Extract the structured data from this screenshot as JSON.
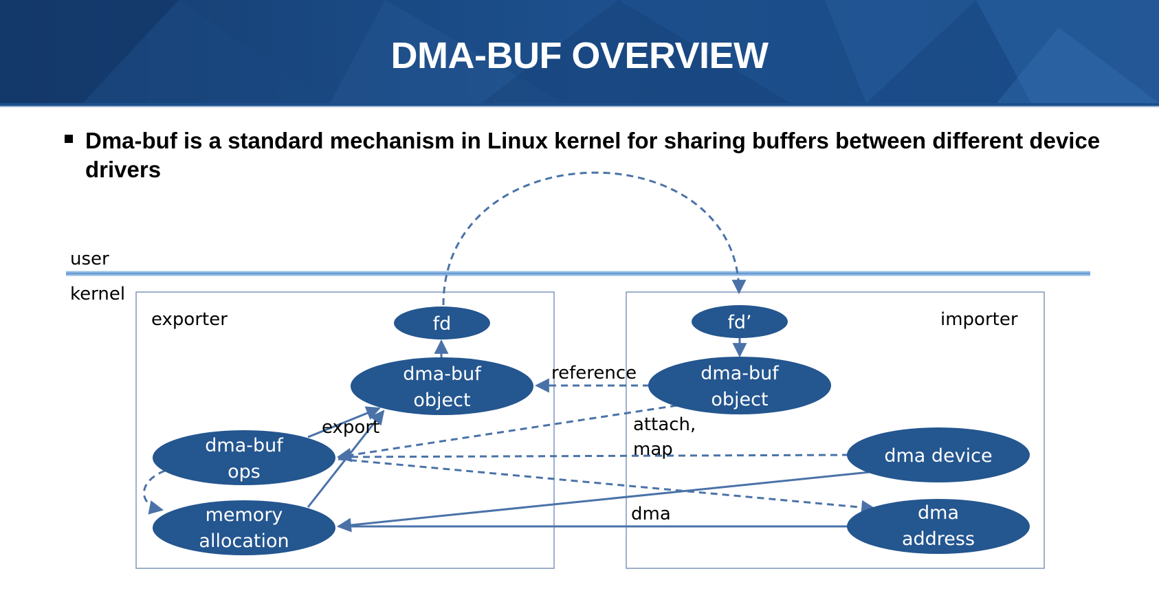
{
  "slide": {
    "title": "DMA-BUF OVERVIEW",
    "bullet": "Dma-buf is a standard mechanism in Linux kernel for sharing buffers between different device drivers"
  },
  "colors": {
    "header_dark": "#123a6b",
    "header_mid": "#1f5596",
    "node_fill": "#24568f",
    "arrow": "#4a72a8",
    "user_line": "#6fa0d6",
    "box_border": "#7f96b8"
  },
  "diagram": {
    "layers": {
      "user": "user",
      "kernel": "kernel"
    },
    "boxes": {
      "exporter": "exporter",
      "importer": "importer"
    },
    "nodes": {
      "fd": "fd",
      "fd_prime": "fd’",
      "dmabuf_exp_line1": "dma-buf",
      "dmabuf_exp_line2": "object",
      "dmabuf_imp_line1": "dma-buf",
      "dmabuf_imp_line2": "object",
      "ops_line1": "dma-buf",
      "ops_line2": "ops",
      "mem_line1": "memory",
      "mem_line2": "allocation",
      "dma_device": "dma device",
      "dma_addr_line1": "dma",
      "dma_addr_line2": "address"
    },
    "edge_labels": {
      "reference": "reference",
      "export": "export",
      "attach_line1": "attach,",
      "attach_line2": "map",
      "dma": "dma"
    }
  }
}
